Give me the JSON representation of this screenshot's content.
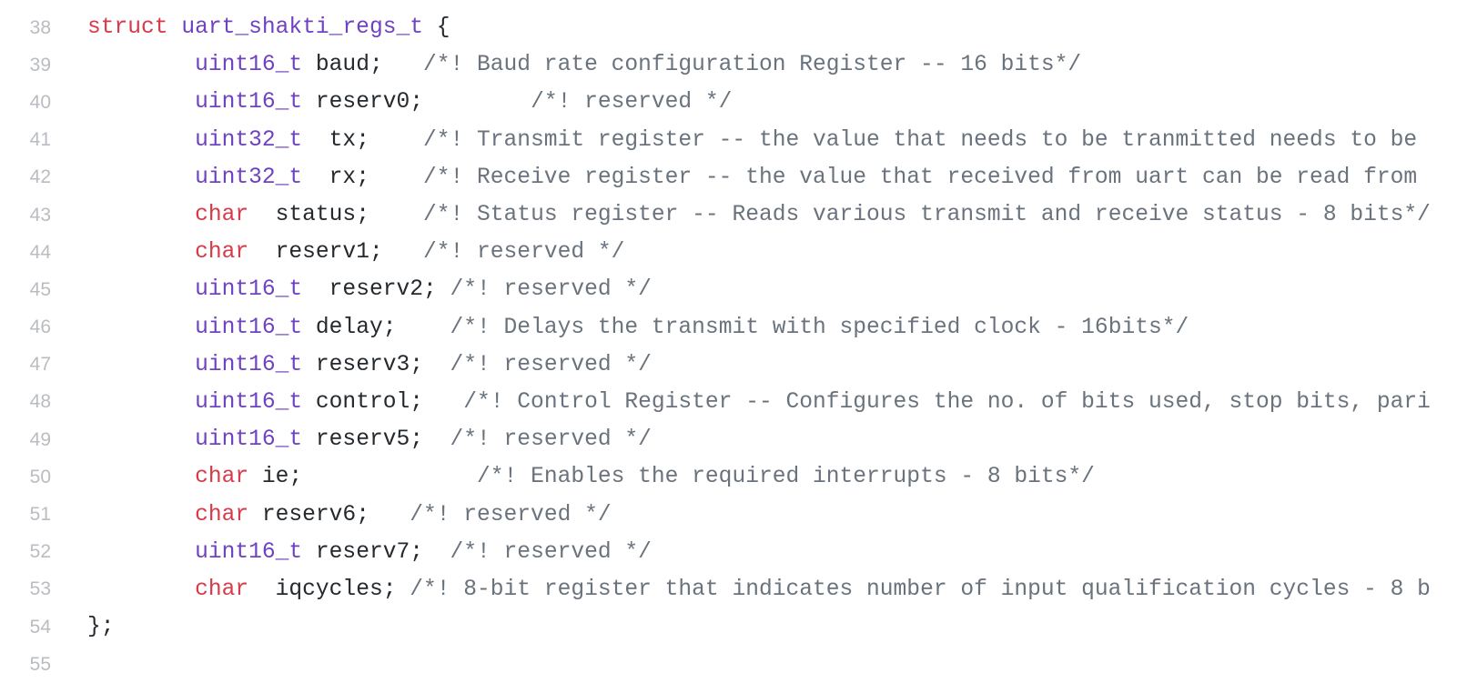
{
  "colors": {
    "keyword": "#d73a49",
    "type": "#6f42c1",
    "comment": "#6a737d",
    "identifier": "#24292e",
    "line_number": "#b9bcc1",
    "background": "#ffffff"
  },
  "lines": [
    {
      "n": "38",
      "indent": "",
      "kw": "struct",
      "ty": " uart_shakti_regs_t",
      "id": " {",
      "cm": ""
    },
    {
      "n": "39",
      "indent": "        ",
      "kw": "",
      "ty": "uint16_t",
      "id": " baud;   ",
      "cm": "/*! Baud rate configuration Register -- 16 bits*/"
    },
    {
      "n": "40",
      "indent": "        ",
      "kw": "",
      "ty": "uint16_t",
      "id": " reserv0;        ",
      "cm": "/*! reserved */"
    },
    {
      "n": "41",
      "indent": "        ",
      "kw": "",
      "ty": "uint32_t",
      "id": "  tx;    ",
      "cm": "/*! Transmit register -- the value that needs to be tranmitted needs to be"
    },
    {
      "n": "42",
      "indent": "        ",
      "kw": "",
      "ty": "uint32_t",
      "id": "  rx;    ",
      "cm": "/*! Receive register -- the value that received from uart can be read from"
    },
    {
      "n": "43",
      "indent": "        ",
      "kw": "char",
      "ty": "",
      "id": "  status;    ",
      "cm": "/*! Status register -- Reads various transmit and receive status - 8 bits*/"
    },
    {
      "n": "44",
      "indent": "        ",
      "kw": "char",
      "ty": "",
      "id": "  reserv1;   ",
      "cm": "/*! reserved */"
    },
    {
      "n": "45",
      "indent": "        ",
      "kw": "",
      "ty": "uint16_t",
      "id": "  reserv2; ",
      "cm": "/*! reserved */"
    },
    {
      "n": "46",
      "indent": "        ",
      "kw": "",
      "ty": "uint16_t",
      "id": " delay;    ",
      "cm": "/*! Delays the transmit with specified clock - 16bits*/"
    },
    {
      "n": "47",
      "indent": "        ",
      "kw": "",
      "ty": "uint16_t",
      "id": " reserv3;  ",
      "cm": "/*! reserved */"
    },
    {
      "n": "48",
      "indent": "        ",
      "kw": "",
      "ty": "uint16_t",
      "id": " control;   ",
      "cm": "/*! Control Register -- Configures the no. of bits used, stop bits, pari"
    },
    {
      "n": "49",
      "indent": "        ",
      "kw": "",
      "ty": "uint16_t",
      "id": " reserv5;  ",
      "cm": "/*! reserved */"
    },
    {
      "n": "50",
      "indent": "        ",
      "kw": "char",
      "ty": "",
      "id": " ie;             ",
      "cm": "/*! Enables the required interrupts - 8 bits*/"
    },
    {
      "n": "51",
      "indent": "        ",
      "kw": "char",
      "ty": "",
      "id": " reserv6;   ",
      "cm": "/*! reserved */"
    },
    {
      "n": "52",
      "indent": "        ",
      "kw": "",
      "ty": "uint16_t",
      "id": " reserv7;  ",
      "cm": "/*! reserved */"
    },
    {
      "n": "53",
      "indent": "        ",
      "kw": "char",
      "ty": "",
      "id": "  iqcycles; ",
      "cm": "/*! 8-bit register that indicates number of input qualification cycles - 8 b"
    },
    {
      "n": "54",
      "indent": "",
      "kw": "",
      "ty": "",
      "id": "};",
      "cm": ""
    },
    {
      "n": "55",
      "indent": "",
      "kw": "",
      "ty": "",
      "id": "",
      "cm": ""
    }
  ]
}
